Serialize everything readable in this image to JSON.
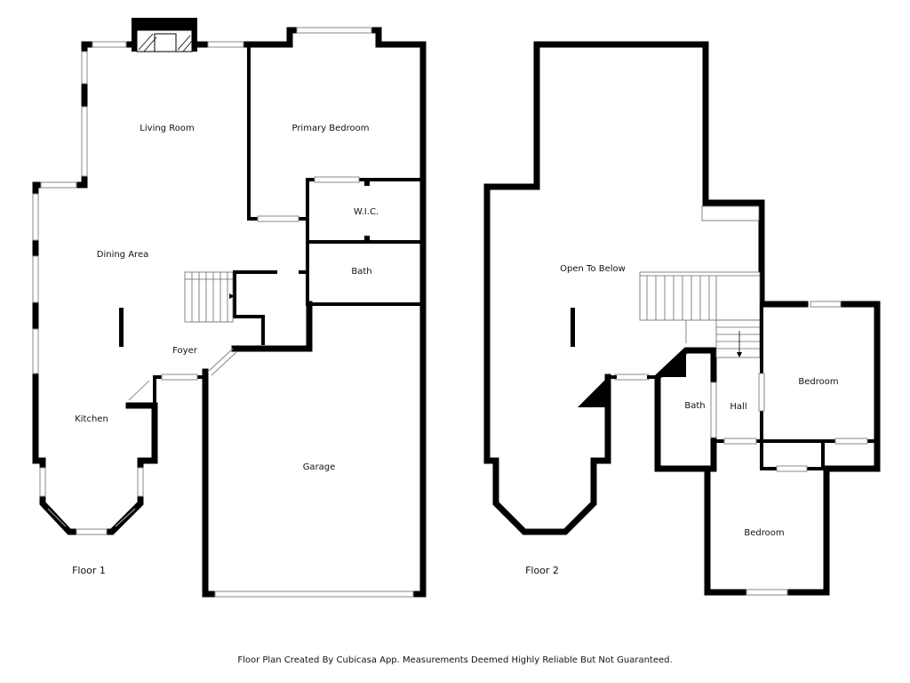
{
  "floor1": {
    "label": "Floor 1",
    "rooms": {
      "living_room": "Living Room",
      "primary_bedroom": "Primary Bedroom",
      "wic": "W.I.C.",
      "dining_area": "Dining Area",
      "bath": "Bath",
      "foyer": "Foyer",
      "kitchen": "Kitchen",
      "garage": "Garage"
    }
  },
  "floor2": {
    "label": "Floor 2",
    "rooms": {
      "open_to_below": "Open To Below",
      "bedroom_east": "Bedroom",
      "bath": "Bath",
      "hall": "Hall",
      "bedroom_south": "Bedroom"
    }
  },
  "footer": "Floor Plan Created By Cubicasa App. Measurements Deemed Highly Reliable But Not Guaranteed."
}
